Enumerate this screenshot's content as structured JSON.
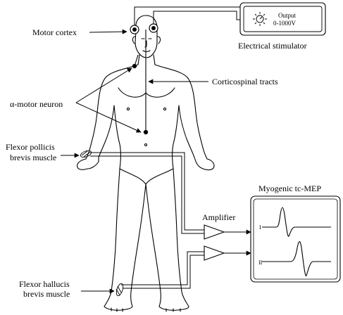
{
  "labels": {
    "motor_cortex": "Motor cortex",
    "electrical_stimulator": "Electrical stimulator",
    "stimulator_output_line1": "Output",
    "stimulator_output_line2": "0-1000V",
    "corticospinal_tracts": "Corticospinal tracts",
    "alpha_motor_neuron": "α-motor neuron",
    "flexor_pollicis_line1": "Flexor pollicis",
    "flexor_pollicis_line2": "brevis muscle",
    "amplifier": "Amplifier",
    "myogenic_tc_mep": "Myogenic tc-MEP",
    "flexor_hallucis_line1": "Flexor hallucis",
    "flexor_hallucis_line2": "brevis muscle",
    "trace_1": "I",
    "trace_2": "II"
  },
  "colors": {
    "ink": "#000000",
    "background": "#ffffff"
  }
}
